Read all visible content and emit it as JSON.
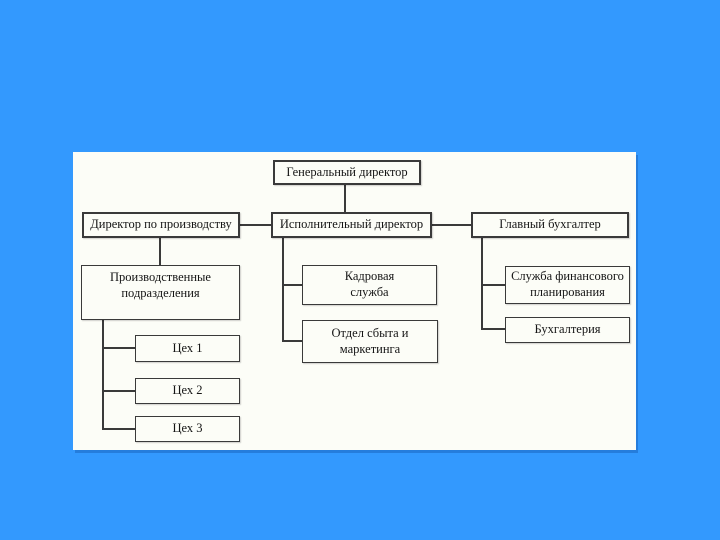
{
  "colors": {
    "background": "#3399fe",
    "panel": "#fcfdf7",
    "node_border": "#3a3a3a",
    "line": "#3a3a3a",
    "text": "#151515"
  },
  "diagram": {
    "type": "org-chart",
    "nodes": {
      "general_director": {
        "label": "Генеральный директор"
      },
      "production_director": {
        "label": "Директор по производству"
      },
      "executive_director": {
        "label": "Исполнительный директор"
      },
      "chief_accountant": {
        "label": "Главный бухгалтер"
      },
      "production_units": {
        "label": "Производственные\nподразделения"
      },
      "hr_service": {
        "label": "Кадровая\nслужба"
      },
      "financial_planning": {
        "label": "Служба финансового\nпланирования"
      },
      "sales_marketing": {
        "label": "Отдел сбыта и\nмаркетинга"
      },
      "accounting": {
        "label": "Бухгалтерия"
      },
      "shop1": {
        "label": "Цех 1"
      },
      "shop2": {
        "label": "Цех 2"
      },
      "shop3": {
        "label": "Цех 3"
      }
    },
    "edges": [
      {
        "from": "general_director",
        "to": "executive_director"
      },
      {
        "from": "executive_director",
        "to": "production_director"
      },
      {
        "from": "executive_director",
        "to": "chief_accountant"
      },
      {
        "from": "production_director",
        "to": "production_units"
      },
      {
        "from": "production_units",
        "to": "shop1"
      },
      {
        "from": "production_units",
        "to": "shop2"
      },
      {
        "from": "production_units",
        "to": "shop3"
      },
      {
        "from": "executive_director",
        "to": "hr_service"
      },
      {
        "from": "executive_director",
        "to": "sales_marketing"
      },
      {
        "from": "chief_accountant",
        "to": "financial_planning"
      },
      {
        "from": "chief_accountant",
        "to": "accounting"
      }
    ]
  }
}
